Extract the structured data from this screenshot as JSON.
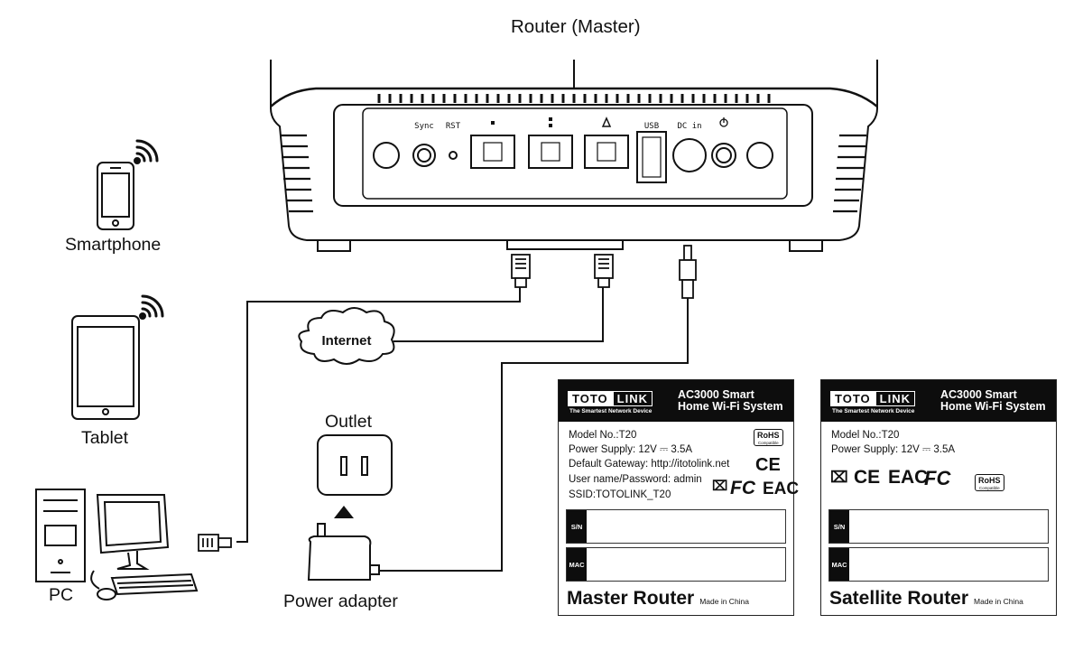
{
  "diagram": {
    "title": "Router (Master)",
    "devices": {
      "smartphone": "Smartphone",
      "tablet": "Tablet",
      "pc": "PC",
      "outlet": "Outlet",
      "power_adapter": "Power adapter",
      "internet": "Internet"
    },
    "router_ports": {
      "sync": "Sync",
      "rst": "RST",
      "usb": "USB",
      "dc_in": "DC in"
    }
  },
  "labels": {
    "master": {
      "logo_left": "TOTO",
      "logo_right": "LINK",
      "tagline": "The Smartest Network Device",
      "product_line1": "AC3000 Smart",
      "product_line2": "Home Wi-Fi System",
      "model": "Model No.:T20",
      "power": "Power Supply: 12V ⎓ 3.5A",
      "gateway": "Default Gateway: http://itotolink.net",
      "credentials": "User name/Password: admin",
      "ssid": "SSID:TOTOLINK_T20",
      "sn_label": "S/N",
      "mac_label": "MAC",
      "title": "Master Router",
      "origin": "Made in China",
      "rohs": "RoHS",
      "rohs_sub": "Compatible",
      "ce": "CE",
      "fc": "FC",
      "eac": "EAC"
    },
    "satellite": {
      "logo_left": "TOTO",
      "logo_right": "LINK",
      "tagline": "The Smartest Network Device",
      "product_line1": "AC3000 Smart",
      "product_line2": "Home Wi-Fi System",
      "model": "Model No.:T20",
      "power": "Power Supply: 12V ⎓ 3.5A",
      "sn_label": "S/N",
      "mac_label": "MAC",
      "title": "Satellite Router",
      "origin": "Made in China",
      "rohs": "RoHS",
      "rohs_sub": "Compatible",
      "ce": "CE",
      "fc": "FC",
      "eac": "EAC"
    }
  }
}
